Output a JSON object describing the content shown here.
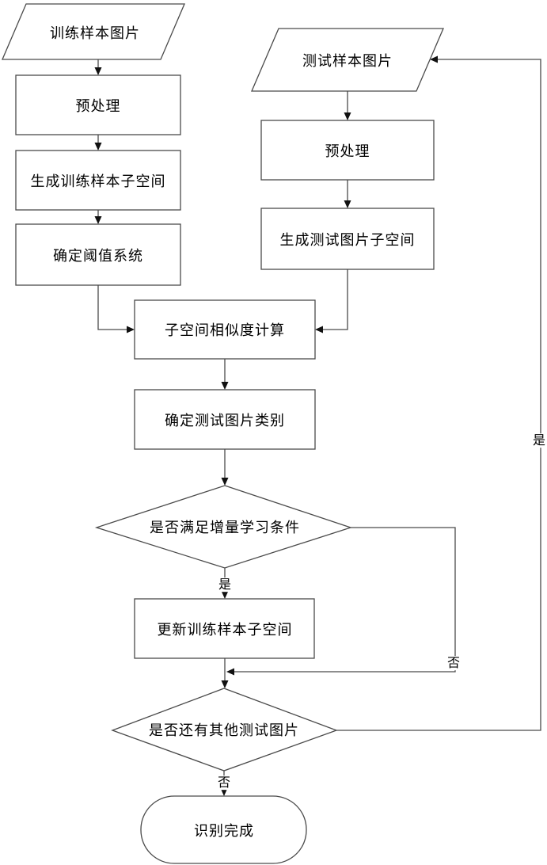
{
  "diagram": {
    "type": "flowchart",
    "background": "#ffffff",
    "line_color": "#4a4a4a",
    "arrow_color": "#111111",
    "text_color": "#000000",
    "nodes": {
      "train_images": {
        "label": "训练样本图片",
        "shape": "parallelogram"
      },
      "preprocess_train": {
        "label": "预处理",
        "shape": "process"
      },
      "gen_train_subspace": {
        "label": "生成训练样本子空间",
        "shape": "process"
      },
      "determine_threshold": {
        "label": "确定阈值系统",
        "shape": "process"
      },
      "test_images": {
        "label": "测试样本图片",
        "shape": "parallelogram"
      },
      "preprocess_test": {
        "label": "预处理",
        "shape": "process"
      },
      "gen_test_subspace": {
        "label": "生成测试图片子空间",
        "shape": "process"
      },
      "similarity": {
        "label": "子空间相似度计算",
        "shape": "process"
      },
      "determine_class": {
        "label": "确定测试图片类别",
        "shape": "process"
      },
      "incremental_check": {
        "label": "是否满足增量学习条件",
        "shape": "decision"
      },
      "update_subspace": {
        "label": "更新训练样本子空间",
        "shape": "process"
      },
      "more_images_check": {
        "label": "是否还有其他测试图片",
        "shape": "decision"
      },
      "recognition_done": {
        "label": "识别完成",
        "shape": "terminator"
      }
    },
    "edge_labels": {
      "incremental_yes": "是",
      "incremental_no": "否",
      "more_images_no": "否",
      "more_images_yes": "是"
    }
  }
}
